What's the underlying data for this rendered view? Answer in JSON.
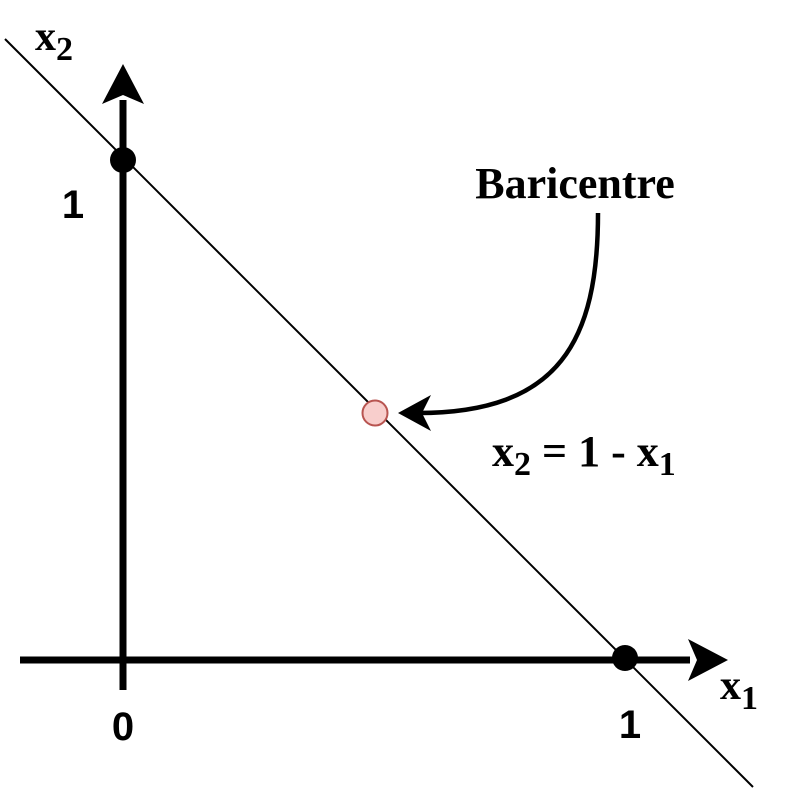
{
  "axes": {
    "x_var": "x",
    "x_sub": "1",
    "y_var": "x",
    "y_sub": "2",
    "origin_label": "0",
    "x_unit_label": "1",
    "y_unit_label": "1"
  },
  "line": {
    "lhs_var": "x",
    "lhs_sub": "2",
    "middle": " = 1 - ",
    "rhs_var": "x",
    "rhs_sub": "1"
  },
  "annotation": {
    "label": "Baricentre"
  },
  "colors": {
    "stroke": "#000000",
    "barycenter_fill": "#f8cecc",
    "barycenter_stroke": "#b85450"
  }
}
